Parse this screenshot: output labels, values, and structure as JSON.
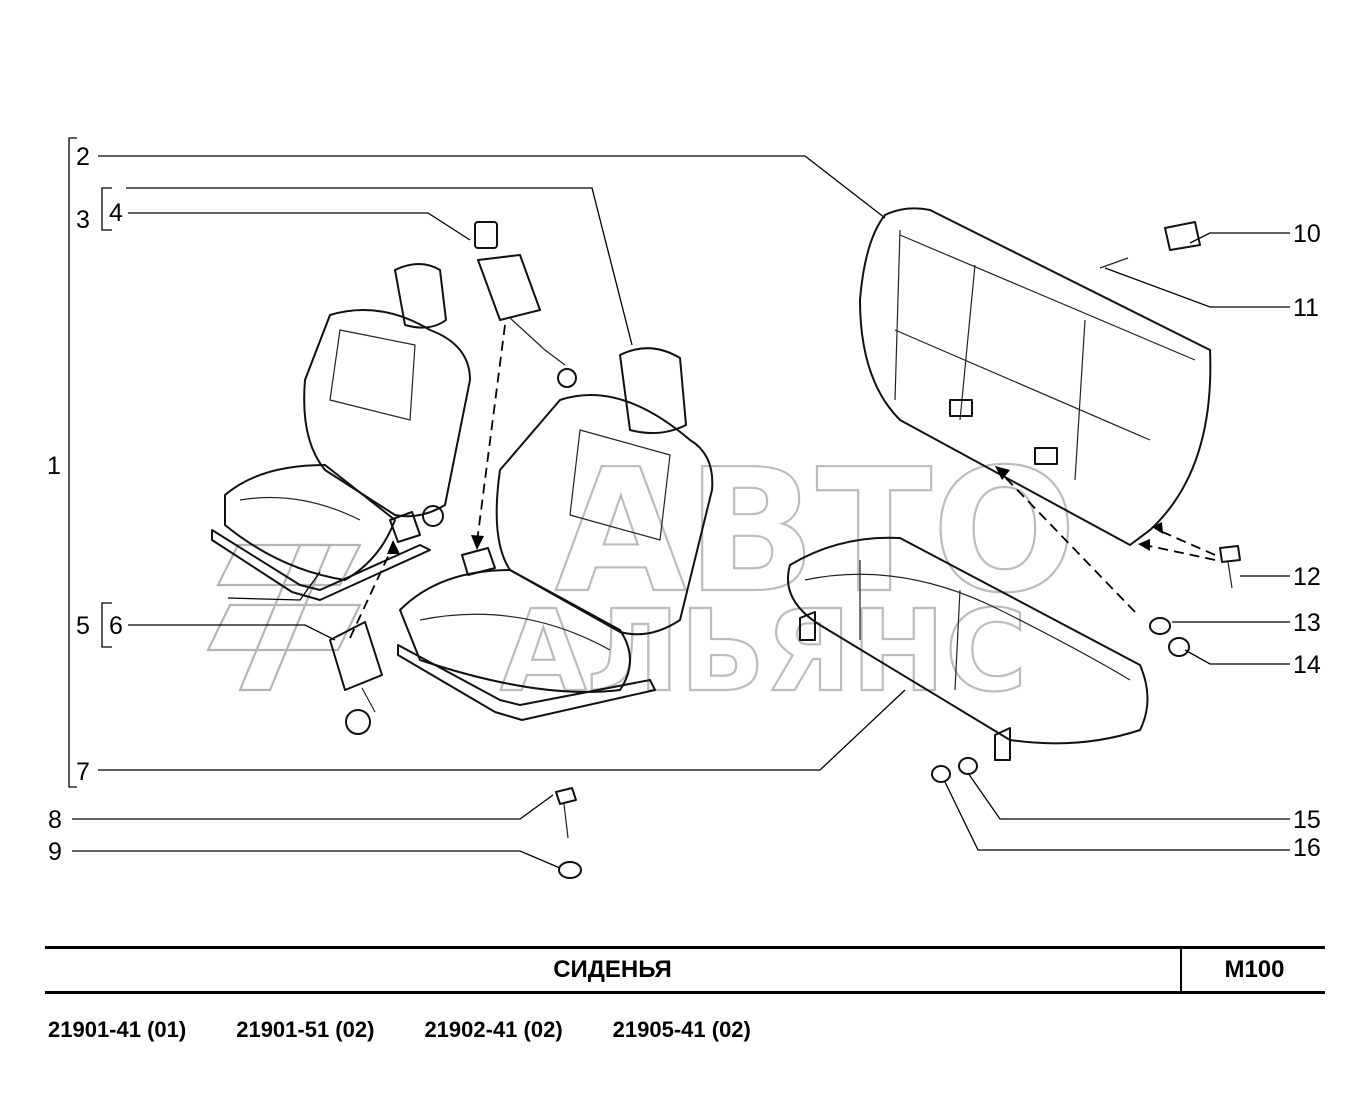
{
  "callouts": [
    "1",
    "2",
    "3",
    "4",
    "5",
    "6",
    "7",
    "8",
    "9",
    "10",
    "11",
    "12",
    "13",
    "14",
    "15",
    "16"
  ],
  "watermark": {
    "line1": "АВТО",
    "line2": "АЛЬЯНС"
  },
  "title_block": {
    "title": "СИДЕНЬЯ",
    "code": "M100"
  },
  "models": [
    "21901-41 (01)",
    "21901-51 (02)",
    "21902-41 (02)",
    "21905-41 (02)"
  ]
}
